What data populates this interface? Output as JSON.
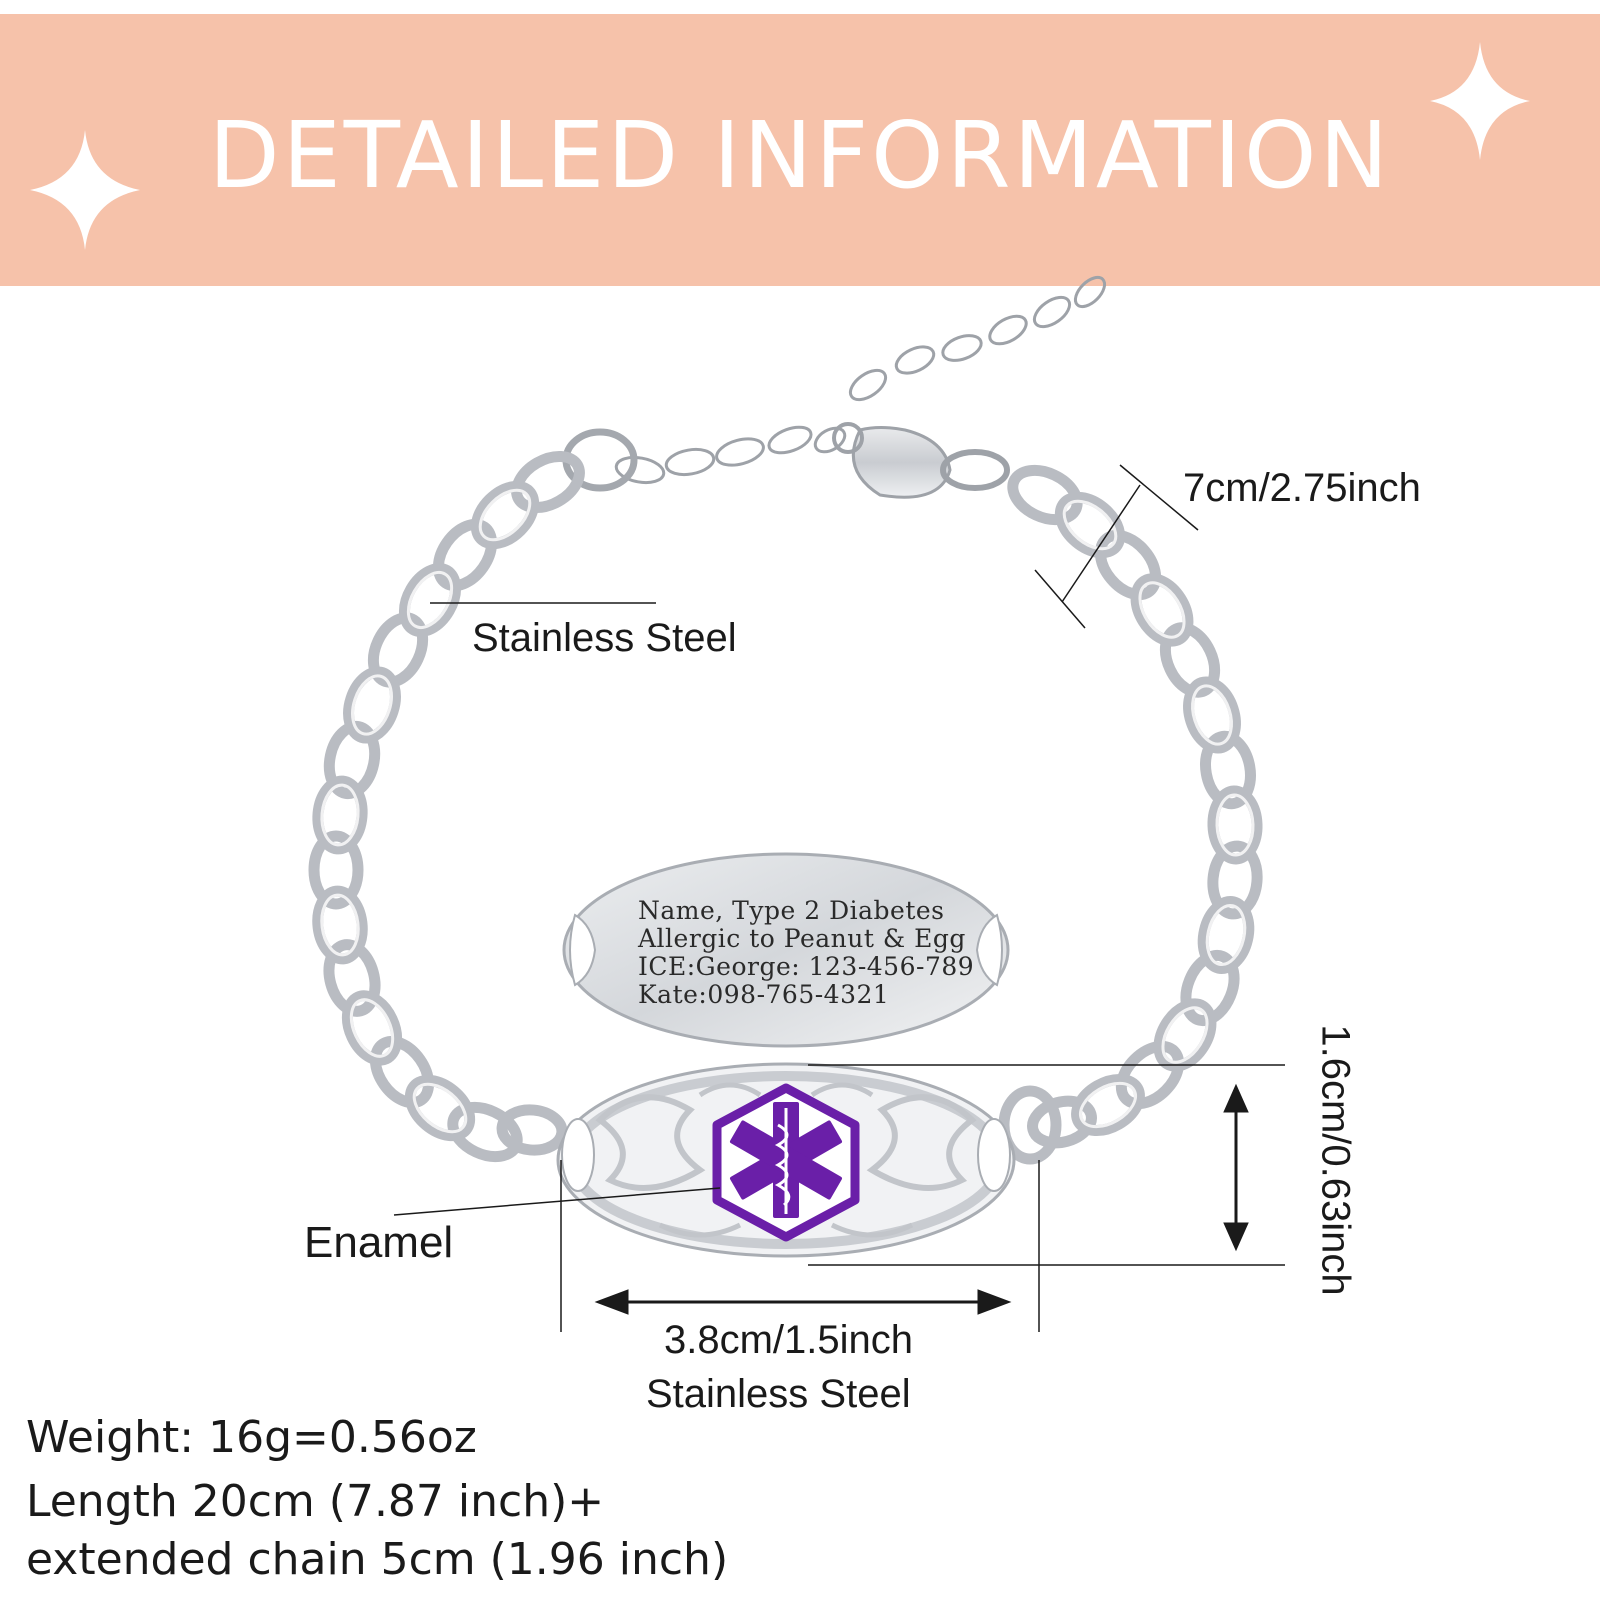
{
  "banner": {
    "title": "DETAILED INFORMATION",
    "color": "#f6c2aa"
  },
  "callouts": {
    "width_chain": "7cm/2.75inch",
    "chain_material": "Stainless Steel",
    "enamel": "Enamel",
    "tag_height": "1.6cm/0.63inch",
    "tag_width": "3.8cm/1.5inch",
    "tag_material": "Stainless Steel"
  },
  "engraving": {
    "lines": [
      "Name, Type 2 Diabetes",
      "Allergic to Peanut & Egg",
      "ICE:George: 123-456-789",
      "Kate:098-765-4321"
    ]
  },
  "specs": {
    "weight": "Weight: 16g=0.56oz",
    "length": "Length 20cm (7.87 inch)+",
    "extended": "extended chain 5cm (1.96 inch)"
  },
  "icons": [
    "sparkle-icon",
    "medical-star-of-life-icon",
    "bracelet-chain-illustration"
  ],
  "colors": {
    "enamel_purple": "#6a1fa8",
    "steel": "#b9bcc2"
  }
}
